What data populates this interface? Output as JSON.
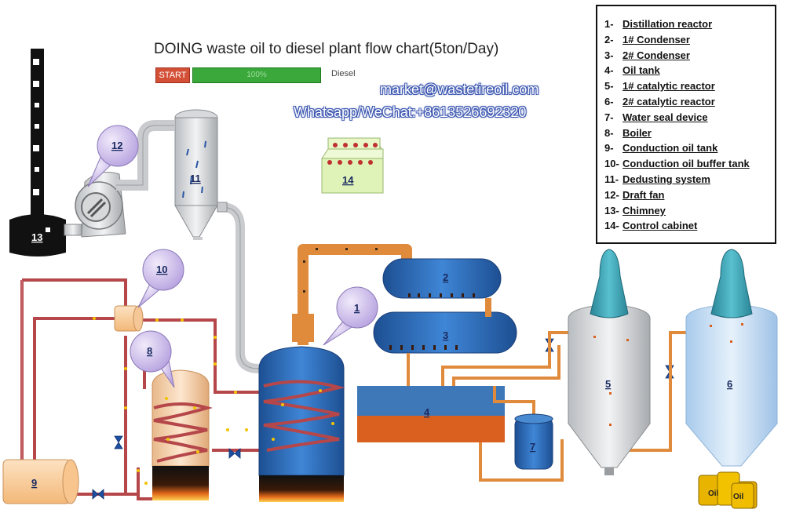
{
  "header": {
    "title": "DOING waste oil to diesel plant flow chart(5ton/Day)",
    "start_label": "START",
    "progress_label": "100%",
    "progress_value": 1.0,
    "product_label": "Diesel"
  },
  "contact": {
    "email": "market@wastetireoil.com",
    "phone": "Whatsapp/WeChat:+8613526692320"
  },
  "legend": [
    {
      "num": "1-",
      "name": "Distillation reactor"
    },
    {
      "num": "2-",
      "name": "1# Condenser"
    },
    {
      "num": "3-",
      "name": "2# Condenser"
    },
    {
      "num": "4-",
      "name": "Oil tank"
    },
    {
      "num": "5-",
      "name": "1# catalytic reactor"
    },
    {
      "num": "6-",
      "name": "2# catalytic reactor"
    },
    {
      "num": "7-",
      "name": "Water seal device"
    },
    {
      "num": "8-",
      "name": "Boiler"
    },
    {
      "num": "9-",
      "name": "Conduction oil tank"
    },
    {
      "num": "10-",
      "name": "Conduction oil buffer tank"
    },
    {
      "num": "11-",
      "name": "Dedusting system"
    },
    {
      "num": "12-",
      "name": "Draft fan"
    },
    {
      "num": "13-",
      "name": "Chimney"
    },
    {
      "num": "14-",
      "name": "Control cabinet"
    }
  ],
  "labels": {
    "n1": "1",
    "n2": "2",
    "n3": "3",
    "n4": "4",
    "n5": "5",
    "n6": "6",
    "n7": "7",
    "n8": "8",
    "n9": "9",
    "n10": "10",
    "n11": "11",
    "n12": "12",
    "n13": "13",
    "n14": "14",
    "barrel": "Oil"
  },
  "colors": {
    "hot_pipe": "#b5474a",
    "oil_pipe": "#e08a3c",
    "condenser_blue": "#2f6fb8",
    "reactor_blue": "#2d5fa8",
    "oil_orange": "#d9601f",
    "fan_teal": "#3aa0b0",
    "bubble_purple": "#c7b6e8",
    "valve_blue": "#1f4fa0",
    "barrel_yellow": "#e8b400"
  }
}
